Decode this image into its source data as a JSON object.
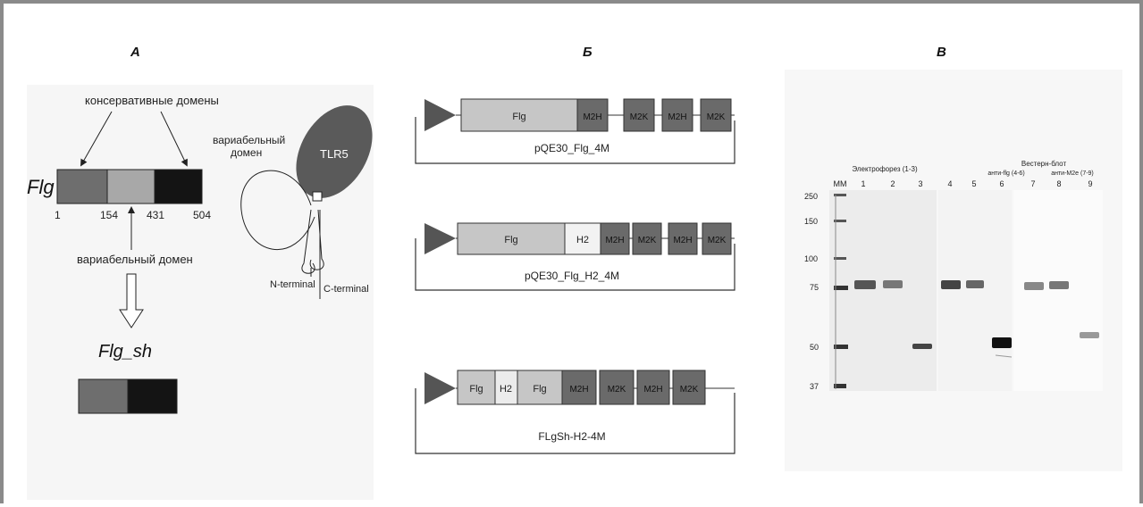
{
  "panels": {
    "a": {
      "letter": "А",
      "conserved_label": "консервативные домены",
      "variable_domain_top": "вариабельный",
      "variable_domain_bottom": "домен",
      "flg_label": "Flg",
      "positions": [
        "1",
        "154",
        "431",
        "504"
      ],
      "variable_label": "вариабельный домен",
      "flgsh_label": "Flg_sh",
      "tlr5_label": "TLR5",
      "n_terminal": "N-terminal",
      "c_terminal": "C-terminal",
      "colors": {
        "segment1": "#6e6e6e",
        "segment2": "#a8a8a8",
        "segment3": "#141414",
        "tlr5": "#5a5a5a"
      }
    },
    "b": {
      "letter": "Б",
      "constructs": [
        {
          "name": "pQE30_Flg_4M",
          "blocks": [
            "Flg",
            "M2H",
            "M2K",
            "M2H",
            "M2K"
          ]
        },
        {
          "name": "pQE30_Flg_H2_4M",
          "blocks": [
            "Flg",
            "H2",
            "M2H",
            "M2K",
            "M2H",
            "M2K"
          ]
        },
        {
          "name": "FLgSh-H2-4M",
          "blocks": [
            "Flg",
            "H2",
            "Flg",
            "M2H",
            "M2K",
            "M2H",
            "M2K"
          ]
        }
      ]
    },
    "c": {
      "letter": "В",
      "electrophoresis_label": "Электрофорез (1-3)",
      "western_label": "Вестерн-блот",
      "anti_flg_label": "анти-flg (4-6)",
      "anti_m2e_label": "анти-M2e (7-9)",
      "lane_labels": [
        "MM",
        "1",
        "2",
        "3",
        "4",
        "5",
        "6",
        "7",
        "8",
        "9"
      ],
      "mw_markers": [
        "250",
        "150",
        "100",
        "75",
        "50",
        "37"
      ]
    }
  }
}
